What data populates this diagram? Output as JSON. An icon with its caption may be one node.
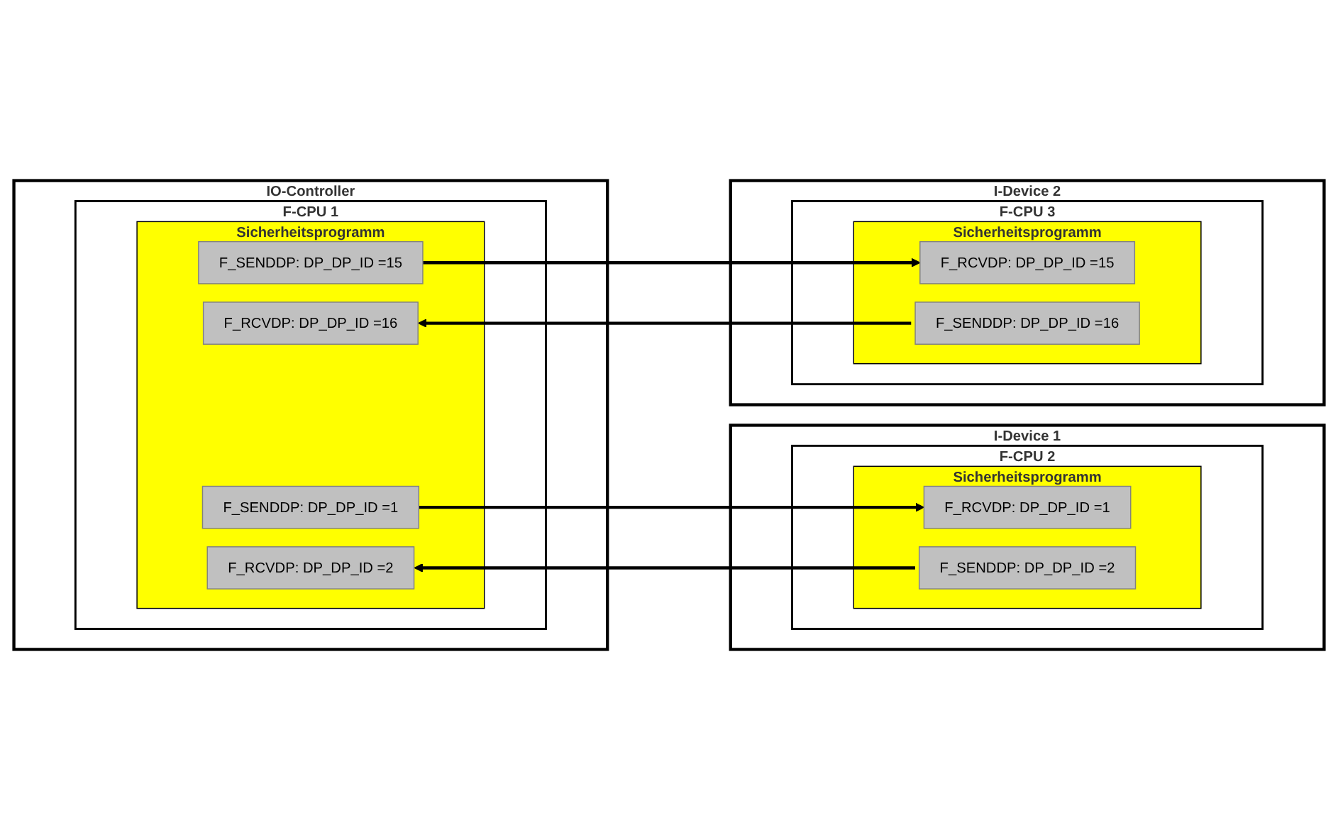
{
  "diagram": {
    "nodes": [
      {
        "text": [
          "IO-Controller"
        ]
      },
      {
        "text": [
          "F-CPU 1"
        ],
        "in": 0
      },
      {
        "text": [
          "Sicherheitsprogramm"
        ],
        "in": 1
      },
      {
        "text": [
          "F_SENDDP: DP_DP_ID =1"
        ],
        "in": 2
      },
      {
        "text": [
          "F_RCVDP: DP_DP_ID =2"
        ],
        "in": 2
      },
      {
        "text": [
          "F_SENDDP: DP_DP_ID =15"
        ],
        "in": 2
      },
      {
        "text": [
          "F_RCVDP: DP_DP_ID =16"
        ],
        "in": 2
      },
      {
        "text": [
          "I-Device 1"
        ]
      },
      {
        "text": [
          "F-CPU 2"
        ],
        "in": 7
      },
      {
        "text": [
          "Sicherheitsprogramm"
        ],
        "in": 8
      },
      {
        "text": [
          "F_RCVDP: DP_DP_ID =1"
        ],
        "in": 9
      },
      {
        "text": [
          "F_SENDDP: DP_DP_ID =2"
        ],
        "in": 9
      },
      {
        "text": [
          "I-Device 2"
        ]
      },
      {
        "text": [
          "F-CPU 3"
        ],
        "in": 12
      },
      {
        "text": [
          "Sicherheitsprogramm"
        ],
        "in": 13
      },
      {
        "text": [
          "F_RCVDP: DP_DP_ID =15"
        ],
        "in": 14
      },
      {
        "text": [
          "F_SENDDP: DP_DP_ID =16"
        ],
        "in": 14
      }
    ],
    "edges": [
      {
        "from": 3,
        "to": 10,
        "arrow": "to"
      },
      {
        "from": 11,
        "to": 4,
        "arrow": "to"
      },
      {
        "from": 5,
        "to": 15,
        "arrow": "to"
      },
      {
        "from": 16,
        "to": 6,
        "arrow": "to"
      }
    ]
  }
}
